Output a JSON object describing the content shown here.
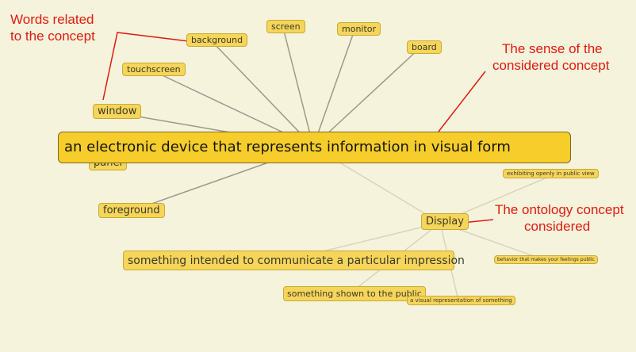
{
  "main_definition": "an electronic device that represents information in visual form",
  "concept": "Display",
  "related_words": {
    "background": "background",
    "screen": "screen",
    "monitor": "monitor",
    "board": "board",
    "touchscreen": "touchscreen",
    "window": "window",
    "panel": "panel",
    "foreground": "foreground"
  },
  "other_senses": {
    "impression": "something intended to communicate a particular impression",
    "public": "something shown to the public",
    "visual_rep": "a visual representation of something",
    "exhibiting": "exhibiting openly in public view",
    "behavior": "behavior that makes your feelings public"
  },
  "annotations": {
    "words_related_1": "Words related",
    "words_related_2": "to the concept",
    "sense_1": "The sense of the",
    "sense_2": "considered concept",
    "ontology_1": "The ontology concept",
    "ontology_2": "considered"
  },
  "colors": {
    "background": "#f5f3dc",
    "node_fill": "#f6d55b",
    "main_fill": "#f6cd2a",
    "edge": "#9a9a8a",
    "edge_light": "#d6d5bf",
    "annotation": "#e01b10"
  }
}
